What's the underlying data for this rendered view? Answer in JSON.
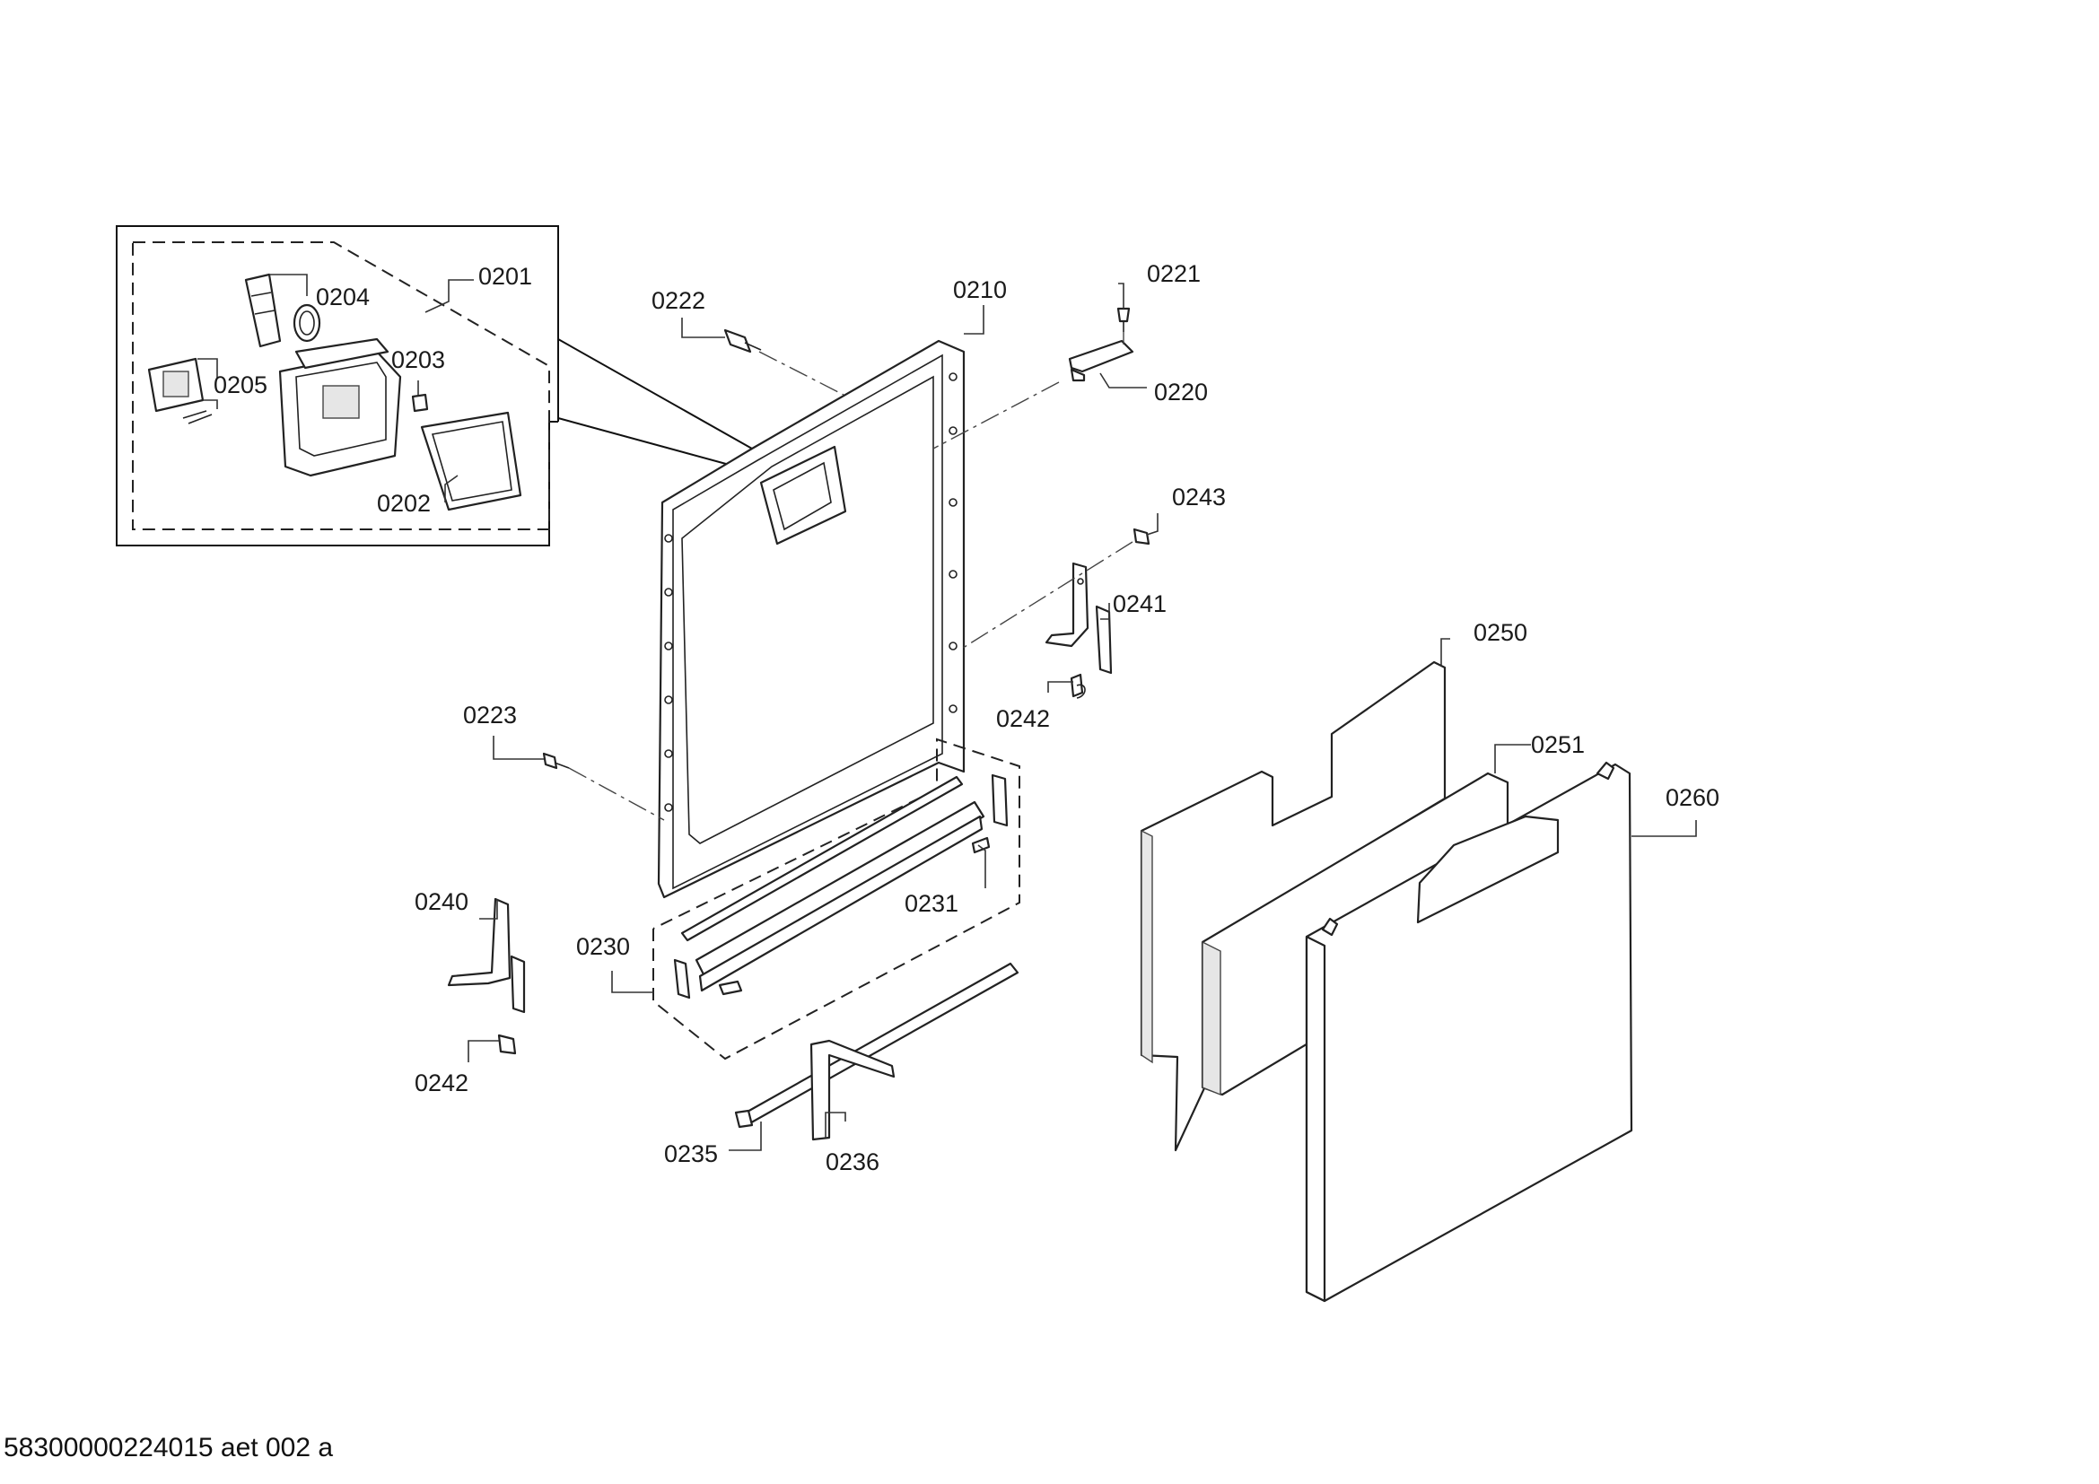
{
  "diagram": {
    "labels": {
      "p0201": "0201",
      "p0202": "0202",
      "p0203": "0203",
      "p0204": "0204",
      "p0205": "0205",
      "p0210": "0210",
      "p0220": "0220",
      "p0221": "0221",
      "p0222": "0222",
      "p0223": "0223",
      "p0230": "0230",
      "p0231": "0231",
      "p0235": "0235",
      "p0236": "0236",
      "p0240": "0240",
      "p0241": "0241",
      "p0242a": "0242",
      "p0242b": "0242",
      "p0243": "0243",
      "p0250": "0250",
      "p0251": "0251",
      "p0260": "0260"
    },
    "footer": "58300000224015 aet 002 a"
  }
}
